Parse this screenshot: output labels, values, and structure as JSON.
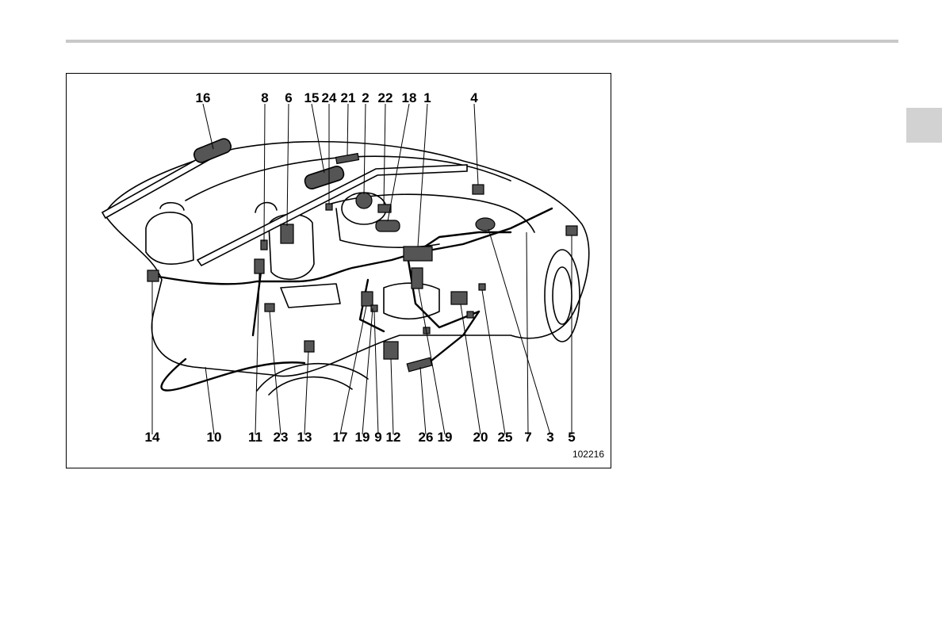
{
  "page": {
    "figure_id": "102216"
  },
  "colors": {
    "rule": "#c8c8c8",
    "tab": "#d2d2d2",
    "ink": "#000000",
    "part_fill": "#5a5a5a"
  },
  "callouts": {
    "top": [
      "16",
      "8",
      "6",
      "15",
      "24",
      "21",
      "2",
      "22",
      "18",
      "1",
      "4"
    ],
    "bottom": [
      "14",
      "10",
      "11",
      "23",
      "13",
      "17",
      "19",
      "9",
      "12",
      "26",
      "19",
      "20",
      "25",
      "7",
      "3",
      "5"
    ]
  }
}
